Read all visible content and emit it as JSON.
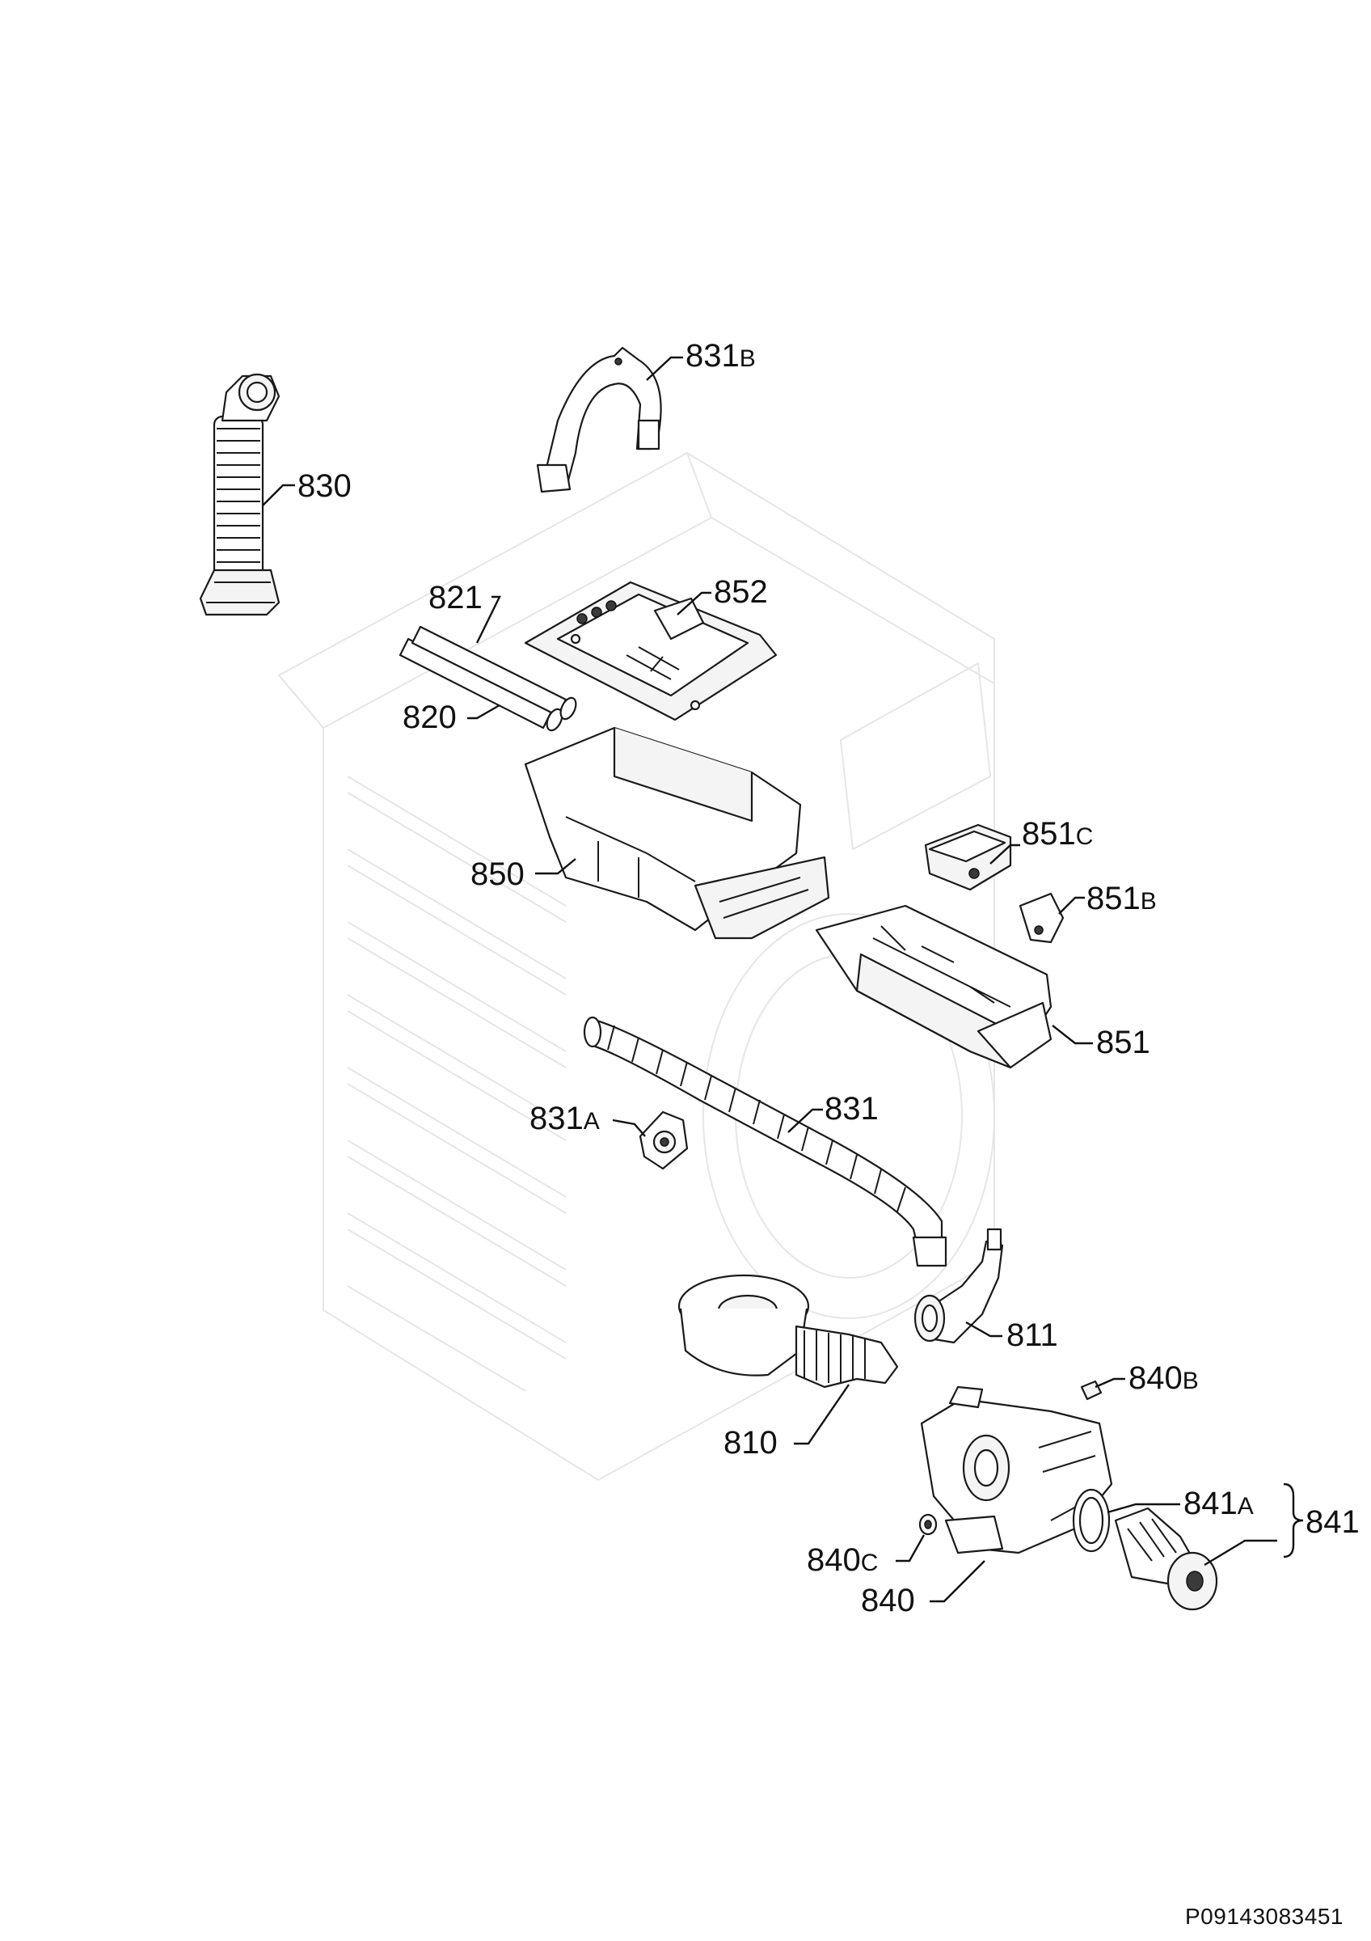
{
  "callouts": [
    {
      "id": "830",
      "num": "830",
      "suffix": ""
    },
    {
      "id": "831b",
      "num": "831",
      "suffix": "B"
    },
    {
      "id": "821",
      "num": "821",
      "suffix": ""
    },
    {
      "id": "852",
      "num": "852",
      "suffix": ""
    },
    {
      "id": "820",
      "num": "820",
      "suffix": ""
    },
    {
      "id": "850",
      "num": "850",
      "suffix": ""
    },
    {
      "id": "851c",
      "num": "851",
      "suffix": "C"
    },
    {
      "id": "851b",
      "num": "851",
      "suffix": "B"
    },
    {
      "id": "851",
      "num": "851",
      "suffix": ""
    },
    {
      "id": "831",
      "num": "831",
      "suffix": ""
    },
    {
      "id": "831a",
      "num": "831",
      "suffix": "A"
    },
    {
      "id": "811",
      "num": "811",
      "suffix": ""
    },
    {
      "id": "840b",
      "num": "840",
      "suffix": "B"
    },
    {
      "id": "810",
      "num": "810",
      "suffix": ""
    },
    {
      "id": "841a",
      "num": "841",
      "suffix": "A"
    },
    {
      "id": "841",
      "num": "841",
      "suffix": ""
    },
    {
      "id": "840c",
      "num": "840",
      "suffix": "C"
    },
    {
      "id": "840",
      "num": "840",
      "suffix": ""
    }
  ],
  "document_code": "P09143083451"
}
